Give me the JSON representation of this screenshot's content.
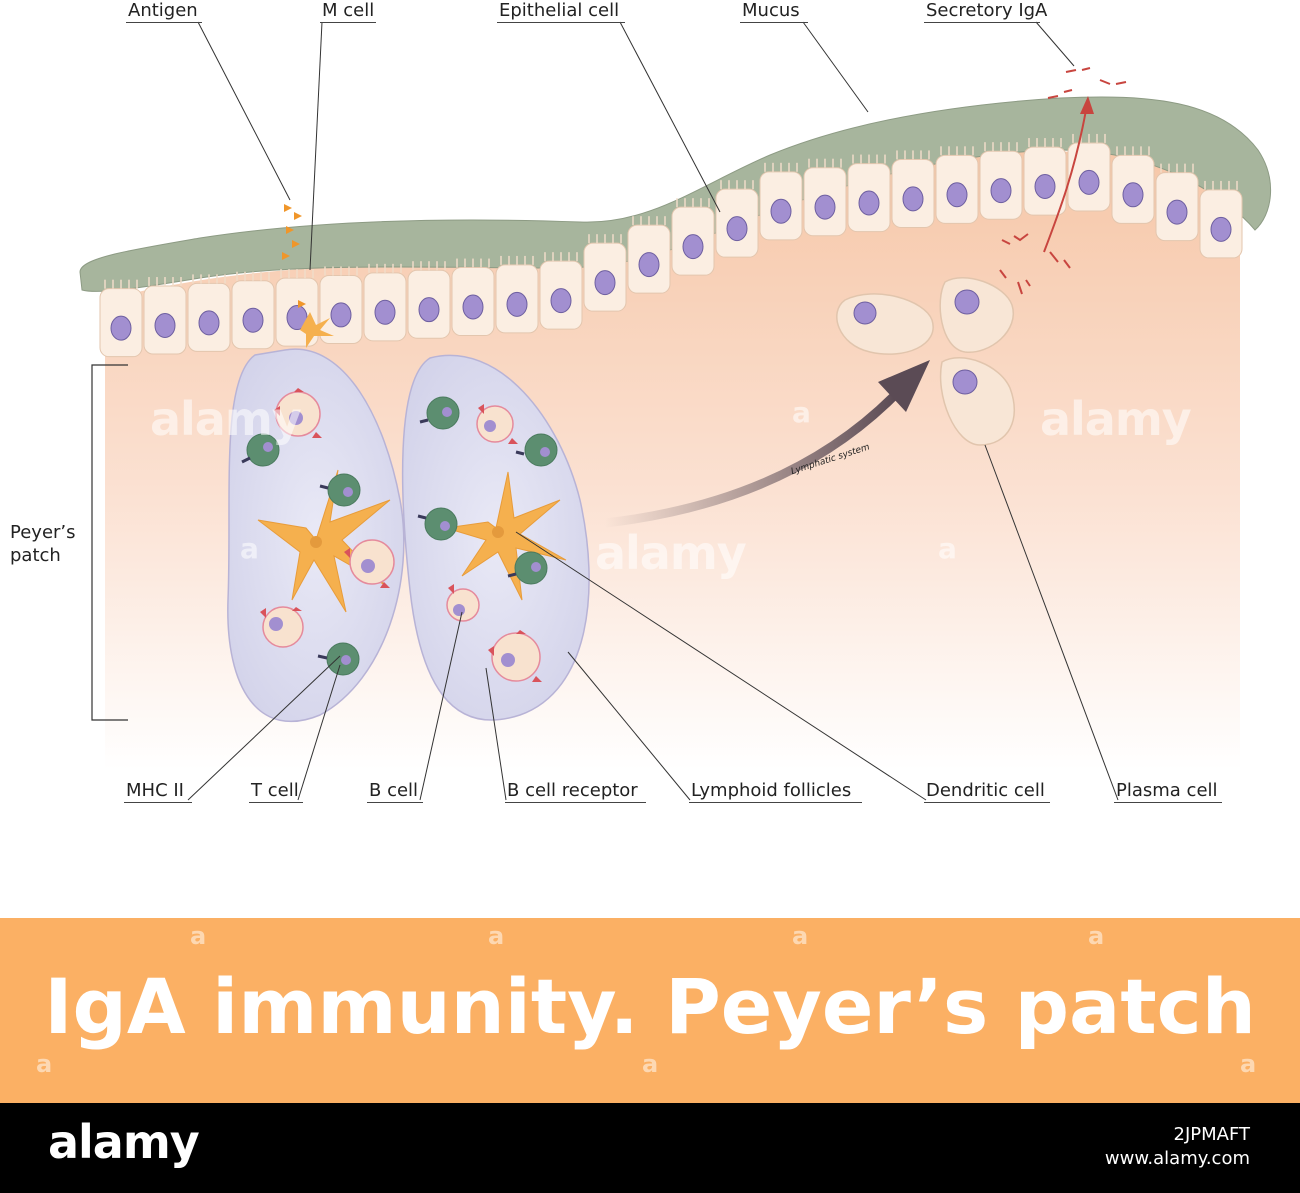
{
  "labels": {
    "antigen": "Antigen",
    "m_cell": "M cell",
    "epithelial_cell": "Epithelial cell",
    "mucus": "Mucus",
    "secretory_iga": "Secretory IgA",
    "peyers_patch_line1": "Peyer’s",
    "peyers_patch_line2": "patch",
    "lymphatic_system": "Lymphatic system",
    "mhc_ii": "MHC II",
    "t_cell": "T cell",
    "b_cell": "B cell",
    "b_cell_receptor": "B cell receptor",
    "lymphoid_follicles": "Lymphoid follicles",
    "dendritic_cell": "Dendritic cell",
    "plasma_cell": "Plasma cell"
  },
  "watermarks": {
    "word": "alamy",
    "letter": "a"
  },
  "banner": {
    "title": "IgA immunity. Peyer’s patch"
  },
  "footer": {
    "logo": "alamy",
    "image_id": "2JPMAFT",
    "site": "www.alamy.com"
  },
  "colors": {
    "banner": "#fbb064",
    "mucus": "#a7b59d",
    "tissue": "#f5c9ab",
    "nucleus": "#a28fd0",
    "t_cell": "#5c8e70",
    "dendritic": "#f5b04e",
    "follicle": "#dcdcef"
  }
}
